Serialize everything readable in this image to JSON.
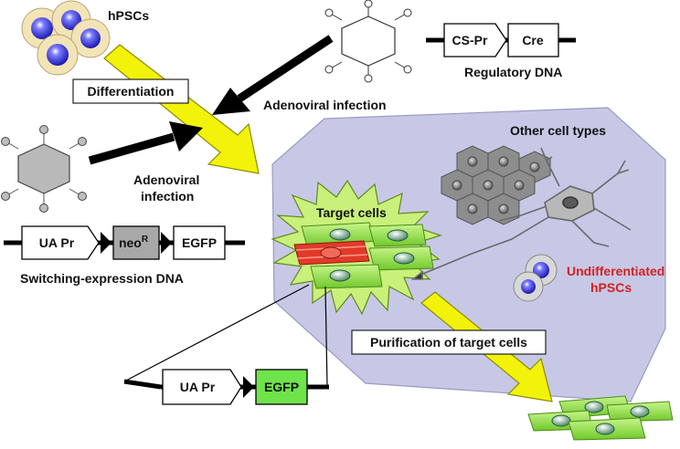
{
  "labels": {
    "hpscs": "hPSCs",
    "differentiation": "Differentiation",
    "adenoviral_top": "Adenoviral infection",
    "adenoviral_left_1": "Adenoviral",
    "adenoviral_left_2": "infection",
    "regulatory_dna": "Regulatory DNA",
    "switching_dna": "Switching-expression DNA",
    "target_cells": "Target cells",
    "other_cell_types": "Other cell types",
    "undiff_1": "Undifferentiated",
    "undiff_2": "hPSCs",
    "purification": "Purification of target cells"
  },
  "constructs": {
    "regulatory": {
      "promoter": "CS-Pr",
      "gene": "Cre"
    },
    "switching": {
      "promoter": "UA Pr",
      "selection": "neo",
      "selection_sup": "R",
      "reporter": "EGFP"
    },
    "after_switch": {
      "promoter": "UA Pr",
      "reporter": "EGFP"
    }
  },
  "colors": {
    "yellow_arrow": "#f2f20a",
    "dish": "#c7c8e6",
    "starburst": "#c9f07a",
    "green_cell": "#8fdc3a",
    "red_cell": "#e23a2a",
    "nucleus_blue": "#3b3bd9",
    "undiff_text": "#d42020",
    "egfp_box": "#6fe34a",
    "neo_box": "#a8a8a8"
  }
}
